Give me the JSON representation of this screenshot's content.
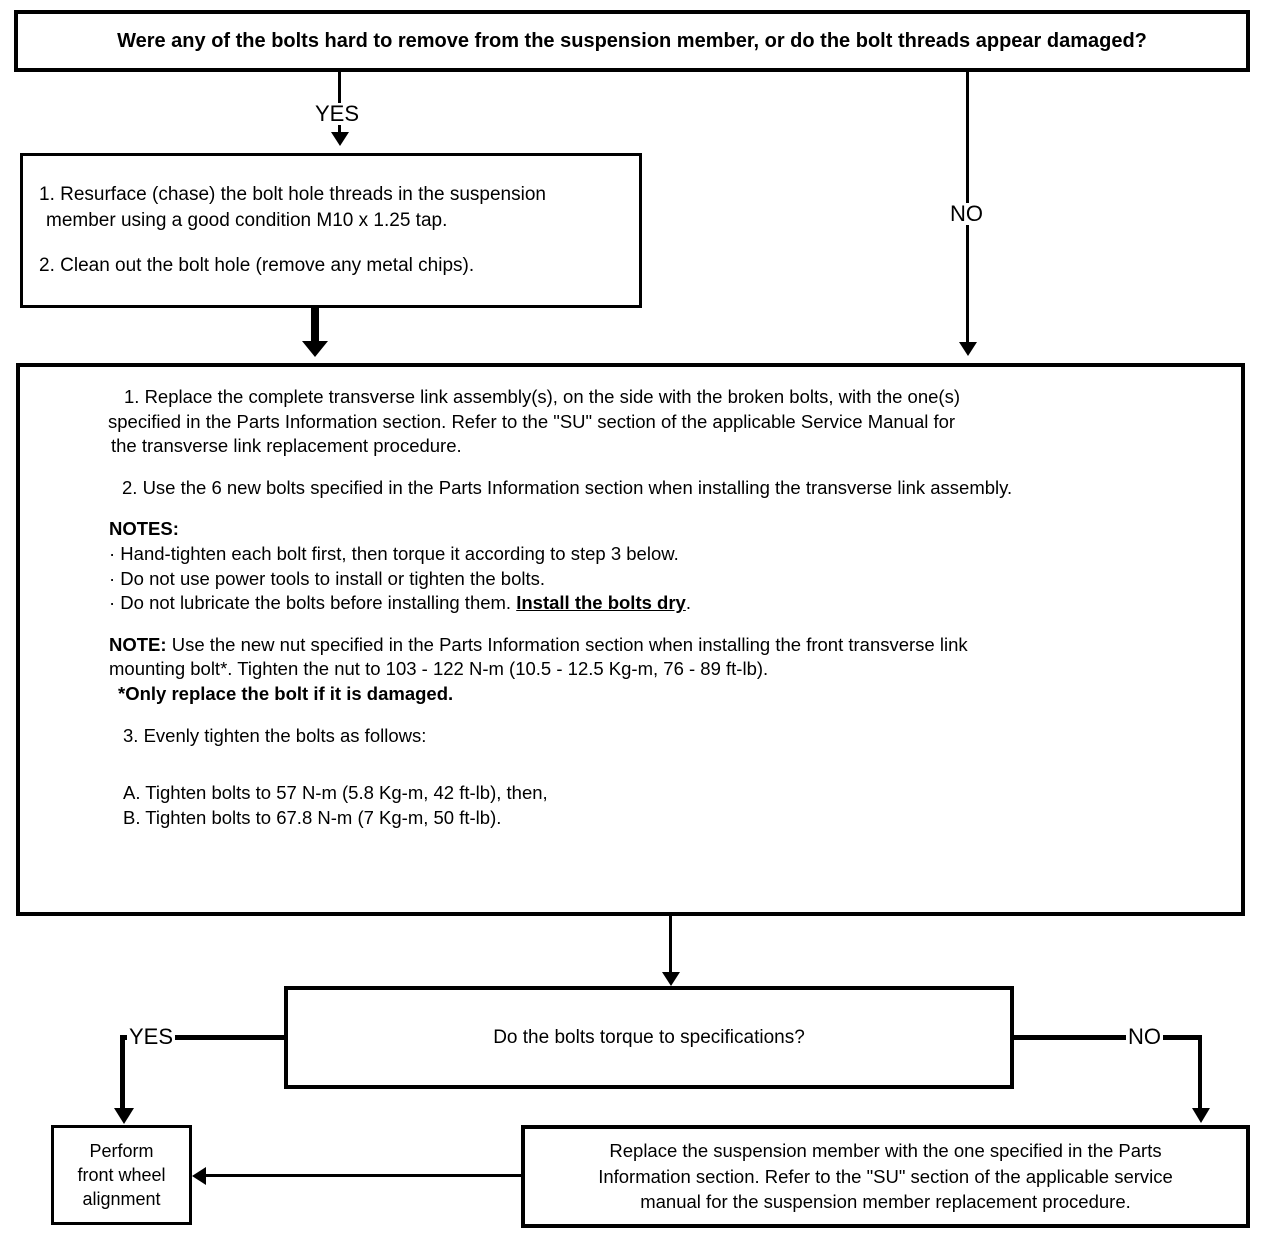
{
  "diagram": {
    "title": "Bolt removal / transverse link replacement decision flowchart",
    "nodes": {
      "question": {
        "text": "Were any of the bolts hard to remove from the suspension member, or do the bolt threads appear damaged?"
      },
      "resurface": {
        "step1_line1": "1. Resurface (chase) the bolt hole threads in the suspension",
        "step1_line2": "member using a good condition M10 x 1.25 tap.",
        "step2": "2. Clean out the bolt hole (remove any metal chips)."
      },
      "procedure": {
        "step1_line1": "1. Replace the complete transverse link assembly(s), on the side with the broken bolts, with the one(s)",
        "step1_line2": "specified in the Parts Information section.  Refer to the \"SU\" section of the applicable Service Manual for",
        "step1_line3": "the transverse link replacement procedure.",
        "step2": "2. Use the 6 new bolts specified in the Parts Information section when installing the transverse link assembly.",
        "notes_heading": "NOTES:",
        "note_bullet_1": "· Hand-tighten each bolt first, then torque it according to step 3 below.",
        "note_bullet_2": "· Do not use power tools to install or tighten the bolts.",
        "note_bullet_3_a": "· Do not lubricate the bolts before installing them.  ",
        "note_bullet_3_bold": "Install the bolts dry",
        "note_bullet_3_b": ".",
        "note_label": "NOTE:",
        "note_line1": " Use the new nut specified in the Parts Information section when installing the front transverse link",
        "note_line2": "mounting bolt*.  Tighten the nut to 103 - 122 N-m (10.5 - 12.5 Kg-m, 76 - 89 ft-lb).",
        "note_line3_bold": "*Only replace the bolt",
        "note_line3_rest": " if it is damaged.",
        "step3": "3. Evenly tighten the bolts as follows:",
        "step3_a": "A. Tighten bolts to 57 N-m (5.8 Kg-m, 42 ft-lb), then,",
        "step3_b": "B. Tighten bolts to 67.8 N-m (7 Kg-m, 50 ft-lb)."
      },
      "decision": {
        "text": "Do the bolts torque to specifications?"
      },
      "alignment": {
        "line1": "Perform",
        "line2": "front wheel",
        "line3": "alignment"
      },
      "replace": {
        "line1": "Replace the suspension member with the one specified in the Parts",
        "line2": "Information section.  Refer to the \"SU\" section of the applicable service",
        "line3": "manual for the suspension member replacement procedure."
      }
    },
    "edges": {
      "question_yes": "YES",
      "question_no": "NO",
      "decision_yes": "YES",
      "decision_no": "NO"
    },
    "colors": {
      "stroke": "#000000",
      "background": "#ffffff"
    }
  }
}
